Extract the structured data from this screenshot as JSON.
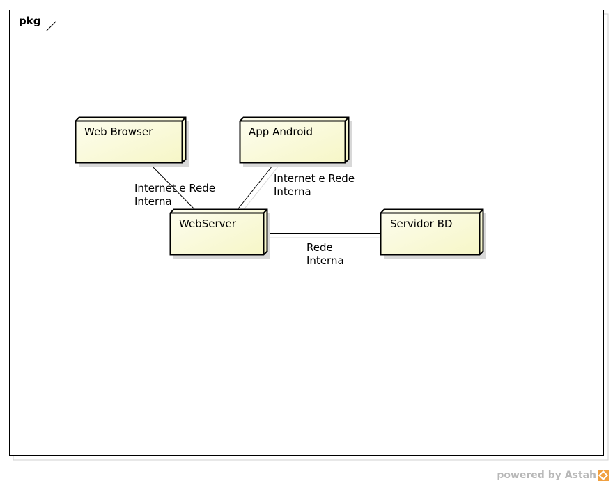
{
  "frame": {
    "tab_label": "pkg"
  },
  "nodes": [
    {
      "id": "web-browser",
      "label": "Web Browser"
    },
    {
      "id": "app-android",
      "label": "App Android"
    },
    {
      "id": "webserver",
      "label": "WebServer"
    },
    {
      "id": "servidor-bd",
      "label": "Servidor BD"
    }
  ],
  "connections": [
    {
      "from": "web-browser",
      "to": "webserver",
      "label_line1": "Internet e Rede",
      "label_line2": "Interna"
    },
    {
      "from": "app-android",
      "to": "webserver",
      "label_line1": "Internet e Rede",
      "label_line2": "Interna"
    },
    {
      "from": "webserver",
      "to": "servidor-bd",
      "label_line1": "Rede",
      "label_line2": "Interna"
    }
  ],
  "footer": {
    "powered_by": "powered by Astah"
  },
  "colors": {
    "node_fill_top": "#fbfbe4",
    "node_fill_bottom": "#f7f7c8",
    "node_stroke": "#000000",
    "shadow": "#c8c8c8"
  }
}
